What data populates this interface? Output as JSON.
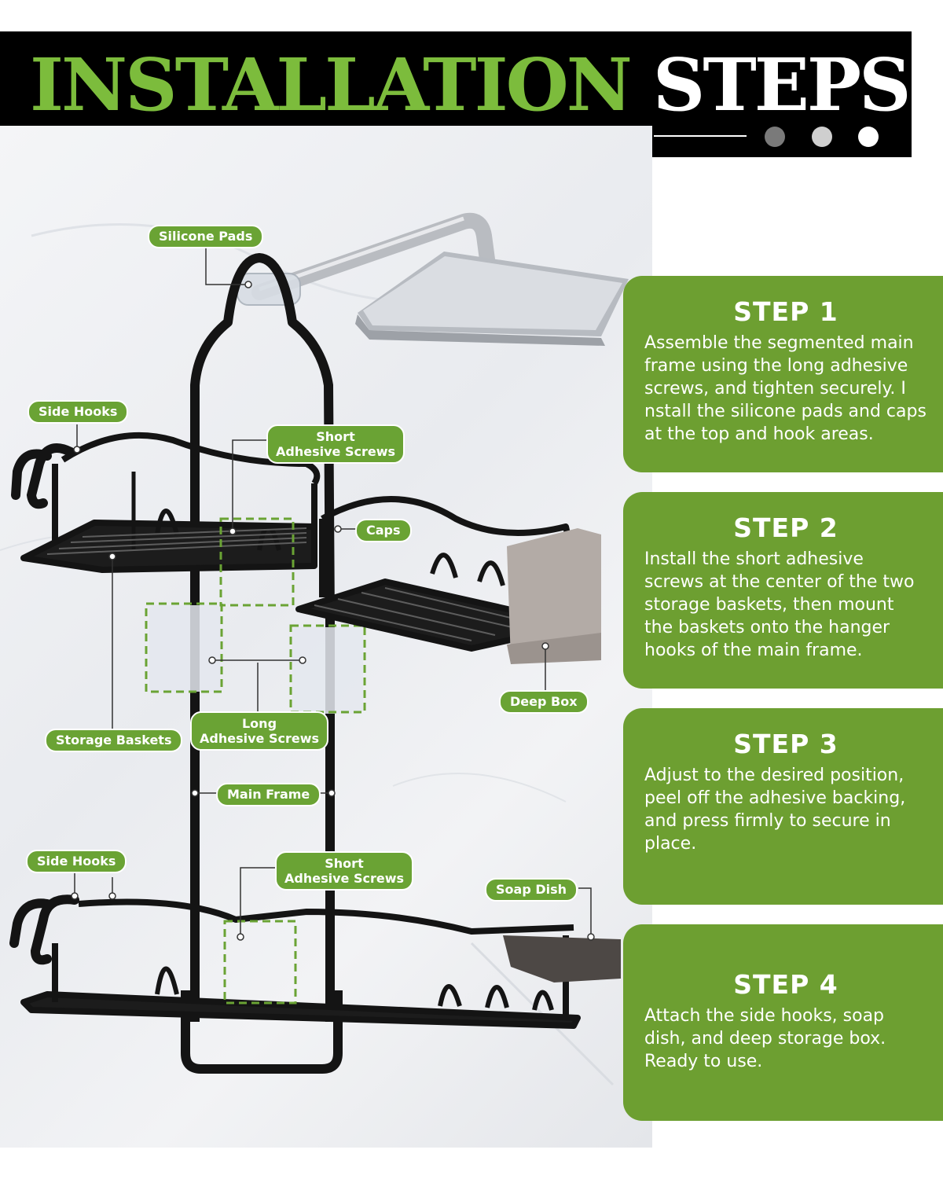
{
  "header": {
    "title_word1": "INSTALLATION",
    "title_word2": "STEPS"
  },
  "steps": [
    {
      "title": "STEP 1",
      "text": "Assemble the segmented main frame using the long adhesive screws, and tighten securely. I nstall the silicone pads and caps at the top and hook areas."
    },
    {
      "title": "STEP 2",
      "text": "Install the short adhesive screws at the center of the two storage baskets, then mount the baskets onto the hanger hooks of the main frame."
    },
    {
      "title": "STEP 3",
      "text": "Adjust to the desired position, peel off the adhesive backing, and press firmly to secure in place."
    },
    {
      "title": "STEP 4",
      "text": "Attach the side hooks, soap dish, and deep storage box. Ready to use."
    }
  ],
  "labels": {
    "silicone_pads": "Silicone Pads",
    "side_hooks_top": "Side Hooks",
    "short_screws_top_1": "Short",
    "short_screws_top_2": "Adhesive Screws",
    "caps": "Caps",
    "deep_box": "Deep Box",
    "long_screws_1": "Long",
    "long_screws_2": "Adhesive Screws",
    "storage_baskets": "Storage Baskets",
    "main_frame": "Main Frame",
    "side_hooks_bottom": "Side Hooks",
    "short_screws_bottom_1": "Short",
    "short_screws_bottom_2": "Adhesive Screws",
    "soap_dish": "Soap Dish"
  },
  "colors": {
    "accent_green": "#7cbc3c",
    "panel_green": "#6d9f31",
    "banner_black": "#000000"
  }
}
